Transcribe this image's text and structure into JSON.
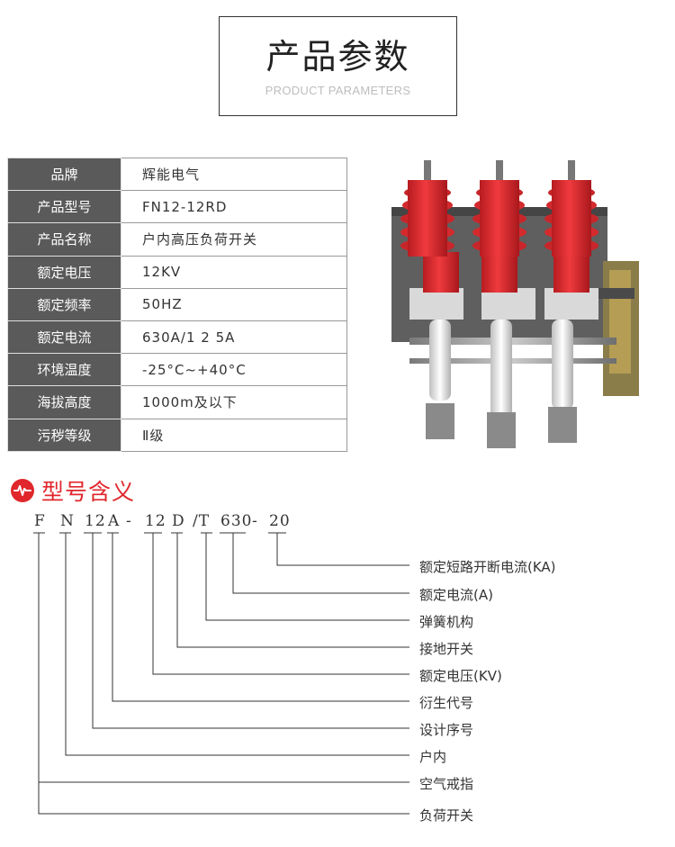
{
  "header": {
    "title": "产品参数",
    "subtitle": "PRODUCT PARAMETERS"
  },
  "params": [
    {
      "label": "品牌",
      "value": "辉能电气"
    },
    {
      "label": "产品型号",
      "value": "FN12-12RD"
    },
    {
      "label": "产品名称",
      "value": "户内高压负荷开关"
    },
    {
      "label": "额定电压",
      "value": "12KV"
    },
    {
      "label": "额定频率",
      "value": "50HZ"
    },
    {
      "label": "额定电流",
      "value": "630A/1 2 5A"
    },
    {
      "label": "环境温度",
      "value": "-25°C~+40°C"
    },
    {
      "label": "海拔高度",
      "value": "1000m及以下"
    },
    {
      "label": "污秽等级",
      "value": "Ⅱ级"
    }
  ],
  "section": {
    "icon": "pulse-icon",
    "title": "型号含义"
  },
  "model_code": {
    "segments": [
      "F",
      "N",
      "12",
      "A",
      "-",
      "12",
      "D",
      "/T",
      "630",
      "-",
      "20"
    ],
    "meanings": [
      "额定短路开断电流(KA)",
      "额定电流(A)",
      "弹簧机构",
      "接地开关",
      "额定电压(KV)",
      "衍生代号",
      "设计序号",
      "户内",
      "空气戒指",
      "负荷开关"
    ]
  },
  "colors": {
    "accent": "#e0272c",
    "table_label_bg": "#5a5a5a",
    "insulator_red": "#d9262b",
    "frame_grey": "#6b6b6b"
  }
}
